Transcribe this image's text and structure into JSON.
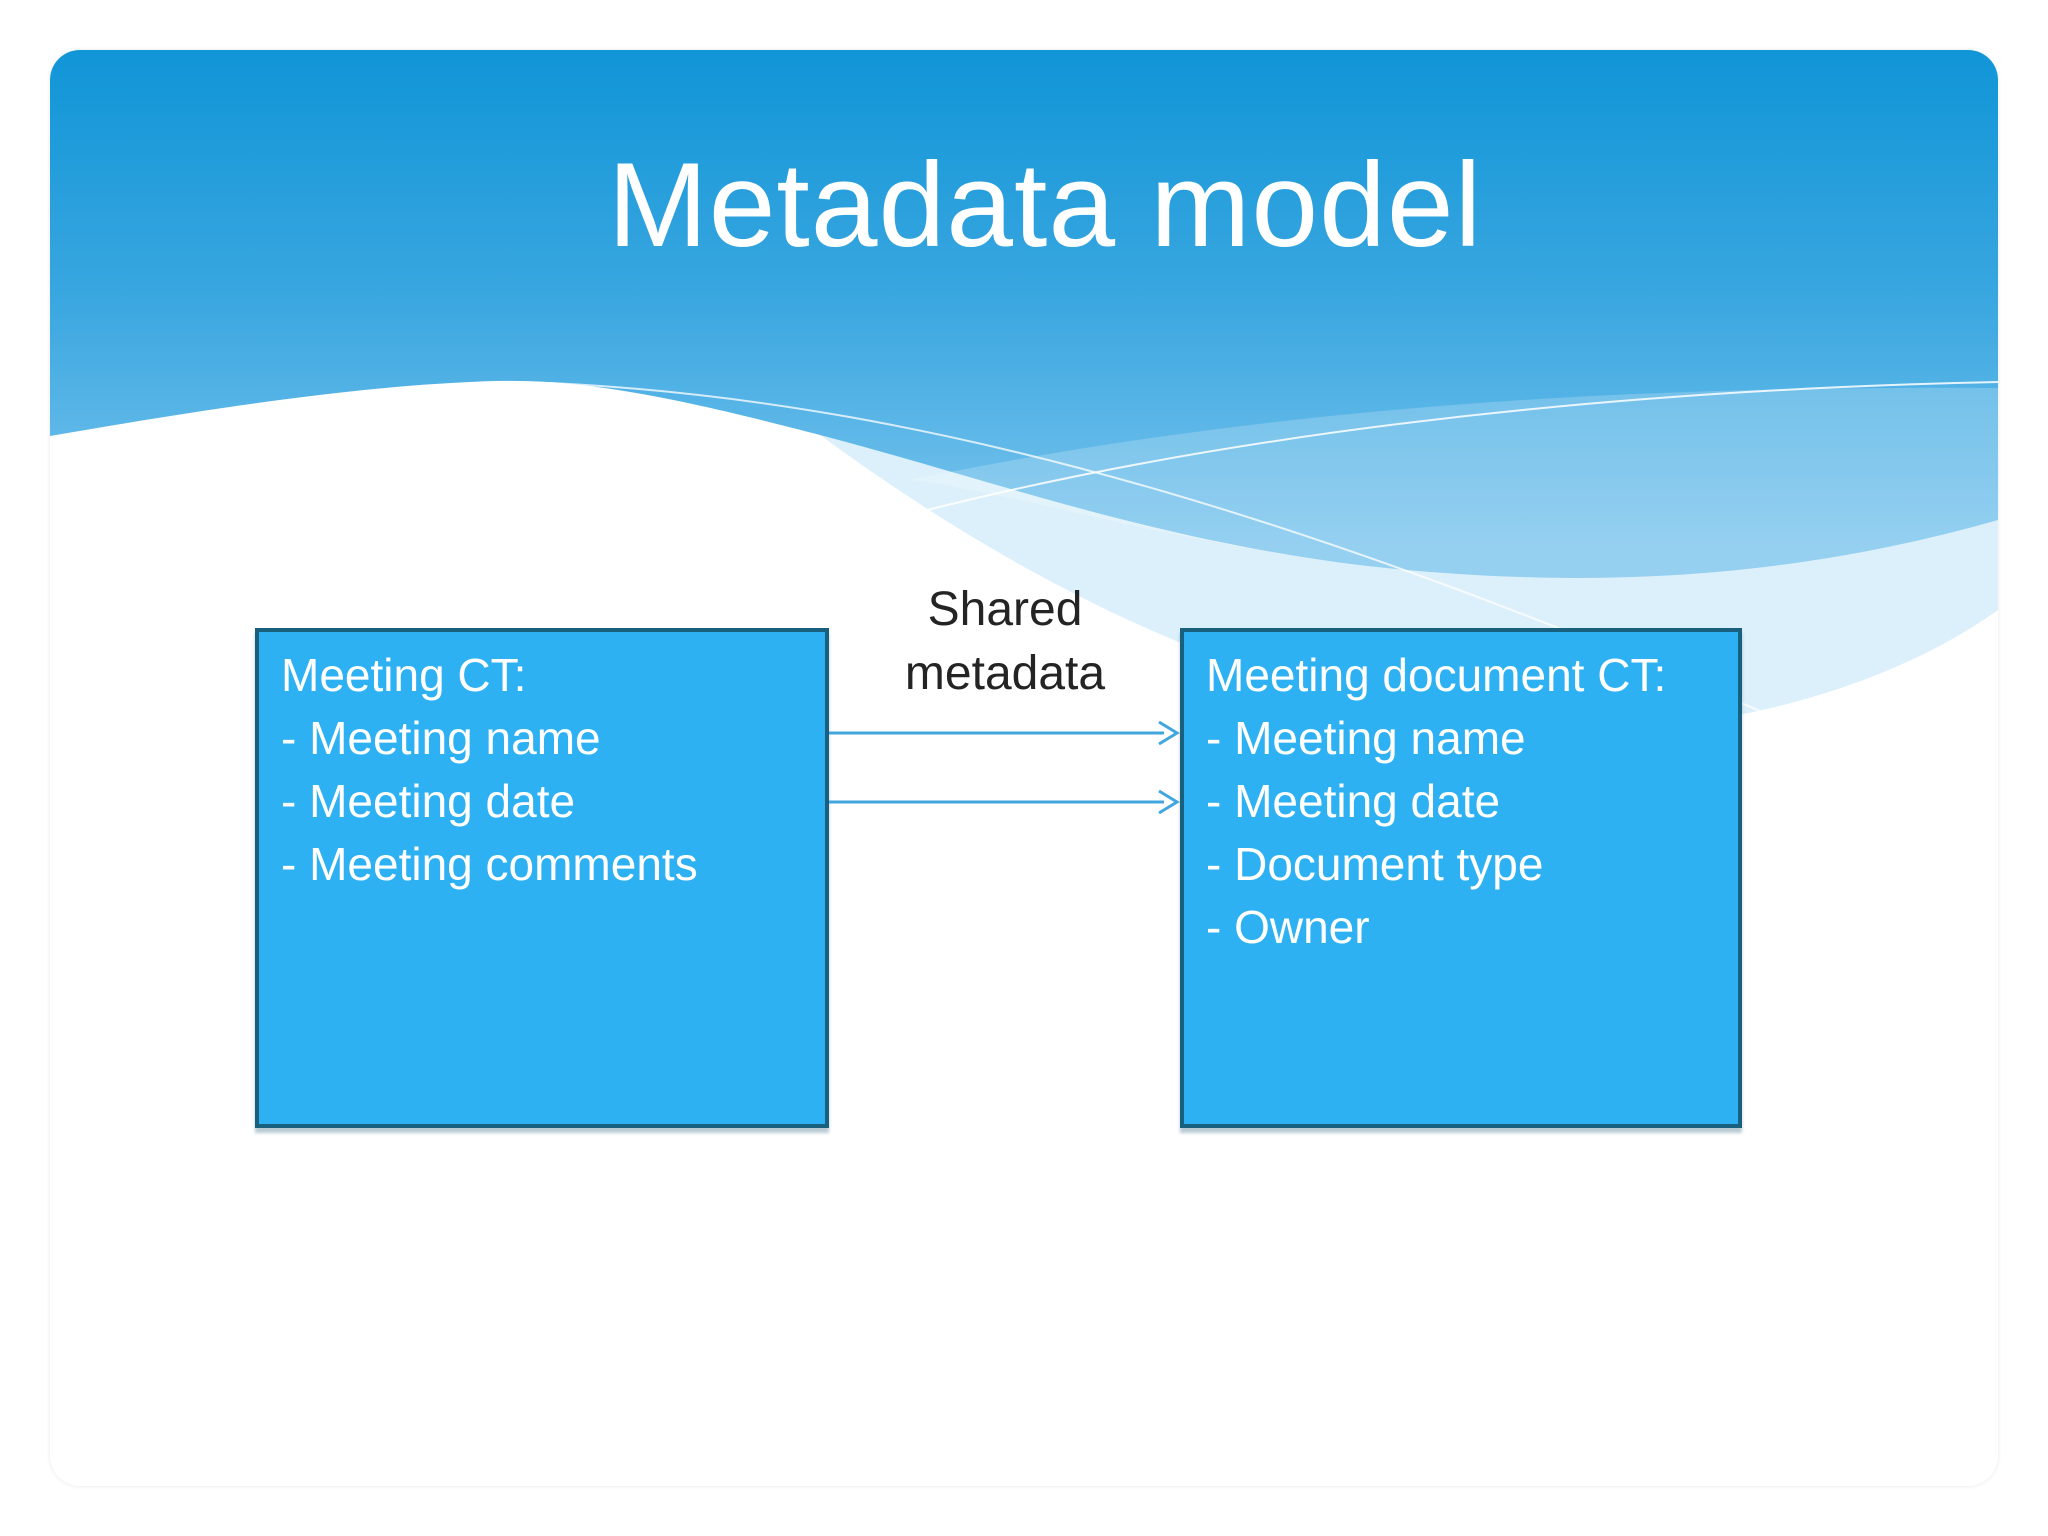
{
  "slide": {
    "title": "Metadata model"
  },
  "connector": {
    "label_line1": "Shared",
    "label_line2": "metadata",
    "arrow_count": 2,
    "direction": "left-to-right"
  },
  "boxes": {
    "left": {
      "title": "Meeting CT:",
      "items": [
        "- Meeting name",
        "- Meeting date",
        "- Meeting comments"
      ]
    },
    "right": {
      "title": "Meeting document CT:",
      "items": [
        "- Meeting name",
        "- Meeting date",
        "- Document type",
        "- Owner"
      ]
    }
  },
  "colors": {
    "header_gradient_top": "#1095d7",
    "header_gradient_mid": "#3aa7e0",
    "header_gradient_bottom": "#7cc5ee",
    "box_fill": "#2eb1f3",
    "box_border": "#19607f",
    "box_text": "#ffffff",
    "title_text": "#ffffff",
    "label_text": "#242424",
    "arrow": "#42a6de"
  }
}
